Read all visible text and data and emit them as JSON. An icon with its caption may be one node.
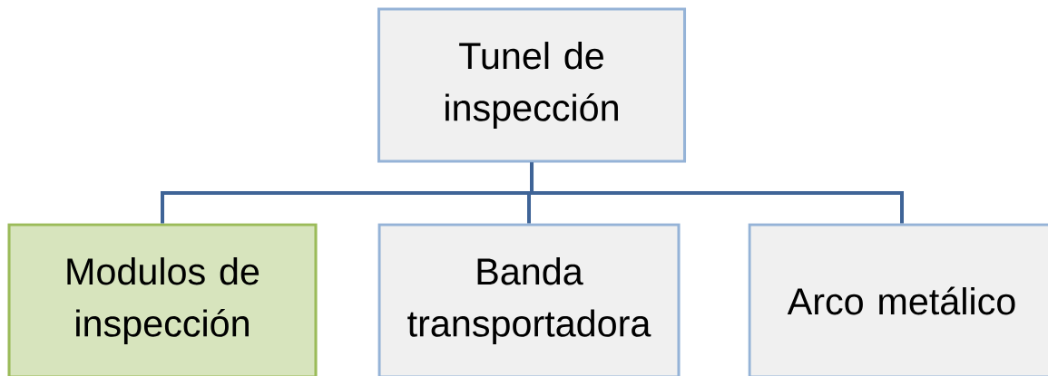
{
  "diagram": {
    "nodes": [
      {
        "text": [
          "Tunel de inspección"
        ]
      },
      {
        "text": [
          "Modulos de inspección"
        ]
      },
      {
        "text": [
          "Banda transportadora"
        ]
      },
      {
        "text": [
          "Arco metálico"
        ]
      }
    ],
    "edges": [
      {
        "from": 0,
        "to": 1,
        "arrow": "none"
      },
      {
        "from": 0,
        "to": 2,
        "arrow": "none"
      },
      {
        "from": 0,
        "to": 3,
        "arrow": "none"
      }
    ]
  }
}
